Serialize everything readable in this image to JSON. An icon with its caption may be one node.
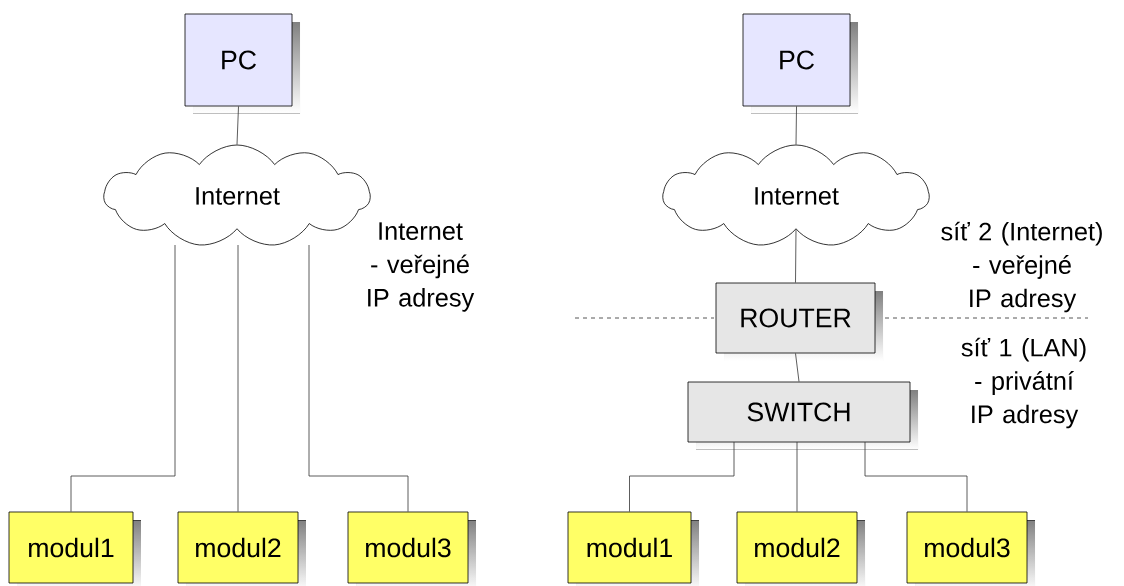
{
  "diagram": {
    "nodes": [
      {
        "text": [
          "PC"
        ]
      },
      {
        "text": [
          "Internet"
        ]
      },
      {
        "text": [
          "modul1"
        ]
      },
      {
        "text": [
          "modul2"
        ]
      },
      {
        "text": [
          "modul3"
        ]
      },
      {
        "text": [
          "PC"
        ]
      },
      {
        "text": [
          "Internet"
        ]
      },
      {
        "text": [
          "ROUTER"
        ]
      },
      {
        "text": [
          "SWITCH"
        ]
      },
      {
        "text": [
          "modul1"
        ]
      },
      {
        "text": [
          "modul2"
        ]
      },
      {
        "text": [
          "modul3"
        ]
      }
    ],
    "edges": [
      {
        "from": 0,
        "to": 1,
        "arrow": "none"
      },
      {
        "from": 1,
        "to": 2,
        "arrow": "none"
      },
      {
        "from": 1,
        "to": 3,
        "arrow": "none"
      },
      {
        "from": 1,
        "to": 4,
        "arrow": "none"
      },
      {
        "from": 5,
        "to": 6,
        "arrow": "none"
      },
      {
        "from": 6,
        "to": 7,
        "arrow": "none"
      },
      {
        "from": 7,
        "to": 8,
        "arrow": "none"
      },
      {
        "from": 8,
        "to": 9,
        "arrow": "none"
      },
      {
        "from": 8,
        "to": 10,
        "arrow": "none"
      },
      {
        "from": 8,
        "to": 11,
        "arrow": "none"
      }
    ],
    "labels": [
      "Internet - veřejné IP adresy",
      "síť 2 (Internet) - veřejné IP adresy",
      "síť 1 (LAN) - privátní IP adresy"
    ]
  }
}
